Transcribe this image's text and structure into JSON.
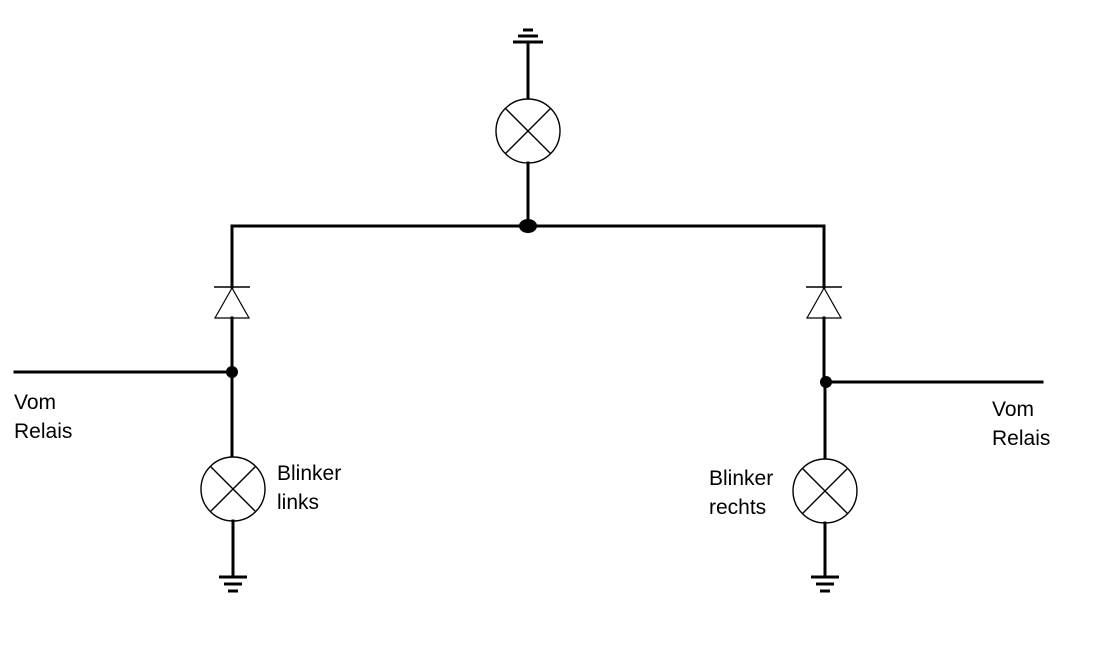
{
  "labels": {
    "left_source_line1": "Vom",
    "left_source_line2": "Relais",
    "right_source_line1": "Vom",
    "right_source_line2": "Relais",
    "left_lamp_line1": "Blinker",
    "left_lamp_line2": "links",
    "right_lamp_line1": "Blinker",
    "right_lamp_line2": "rechts"
  },
  "colors": {
    "line": "#000000",
    "background": "#ffffff"
  },
  "symbols": [
    "lamp-symbol",
    "diode-symbol",
    "ground-symbol",
    "junction-dot"
  ]
}
